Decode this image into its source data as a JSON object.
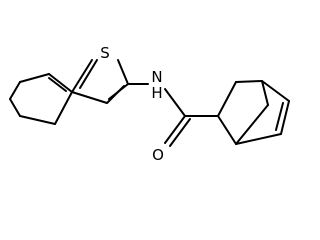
{
  "molecule": {
    "bond_color": "#000000",
    "atom_labels": {
      "sulfur": "S",
      "amide_nitrogen": "N",
      "amide_hydrogen": "H",
      "carbonyl_oxygen": "O"
    }
  }
}
